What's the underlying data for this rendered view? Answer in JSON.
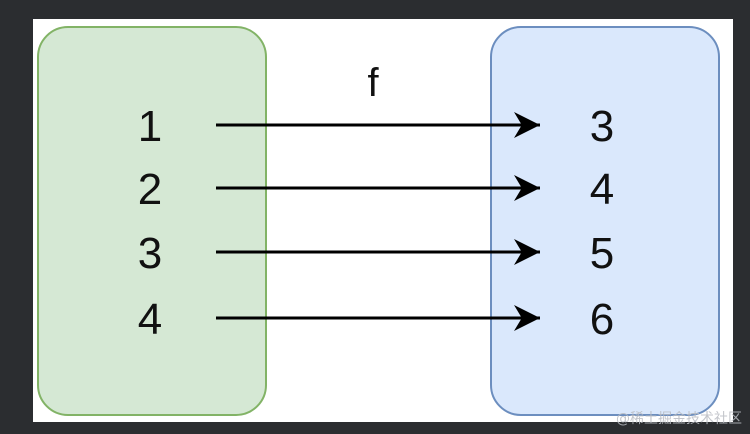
{
  "diagram": {
    "function_label": "f",
    "domain": {
      "values": [
        "1",
        "2",
        "3",
        "4"
      ],
      "fill": "#d5e8d4",
      "stroke": "#82b366"
    },
    "codomain": {
      "values": [
        "3",
        "4",
        "5",
        "6"
      ],
      "fill": "#dae8fc",
      "stroke": "#6c8ebf"
    },
    "arrow_color": "#000000"
  },
  "watermark": "@稀土掘金技术社区"
}
